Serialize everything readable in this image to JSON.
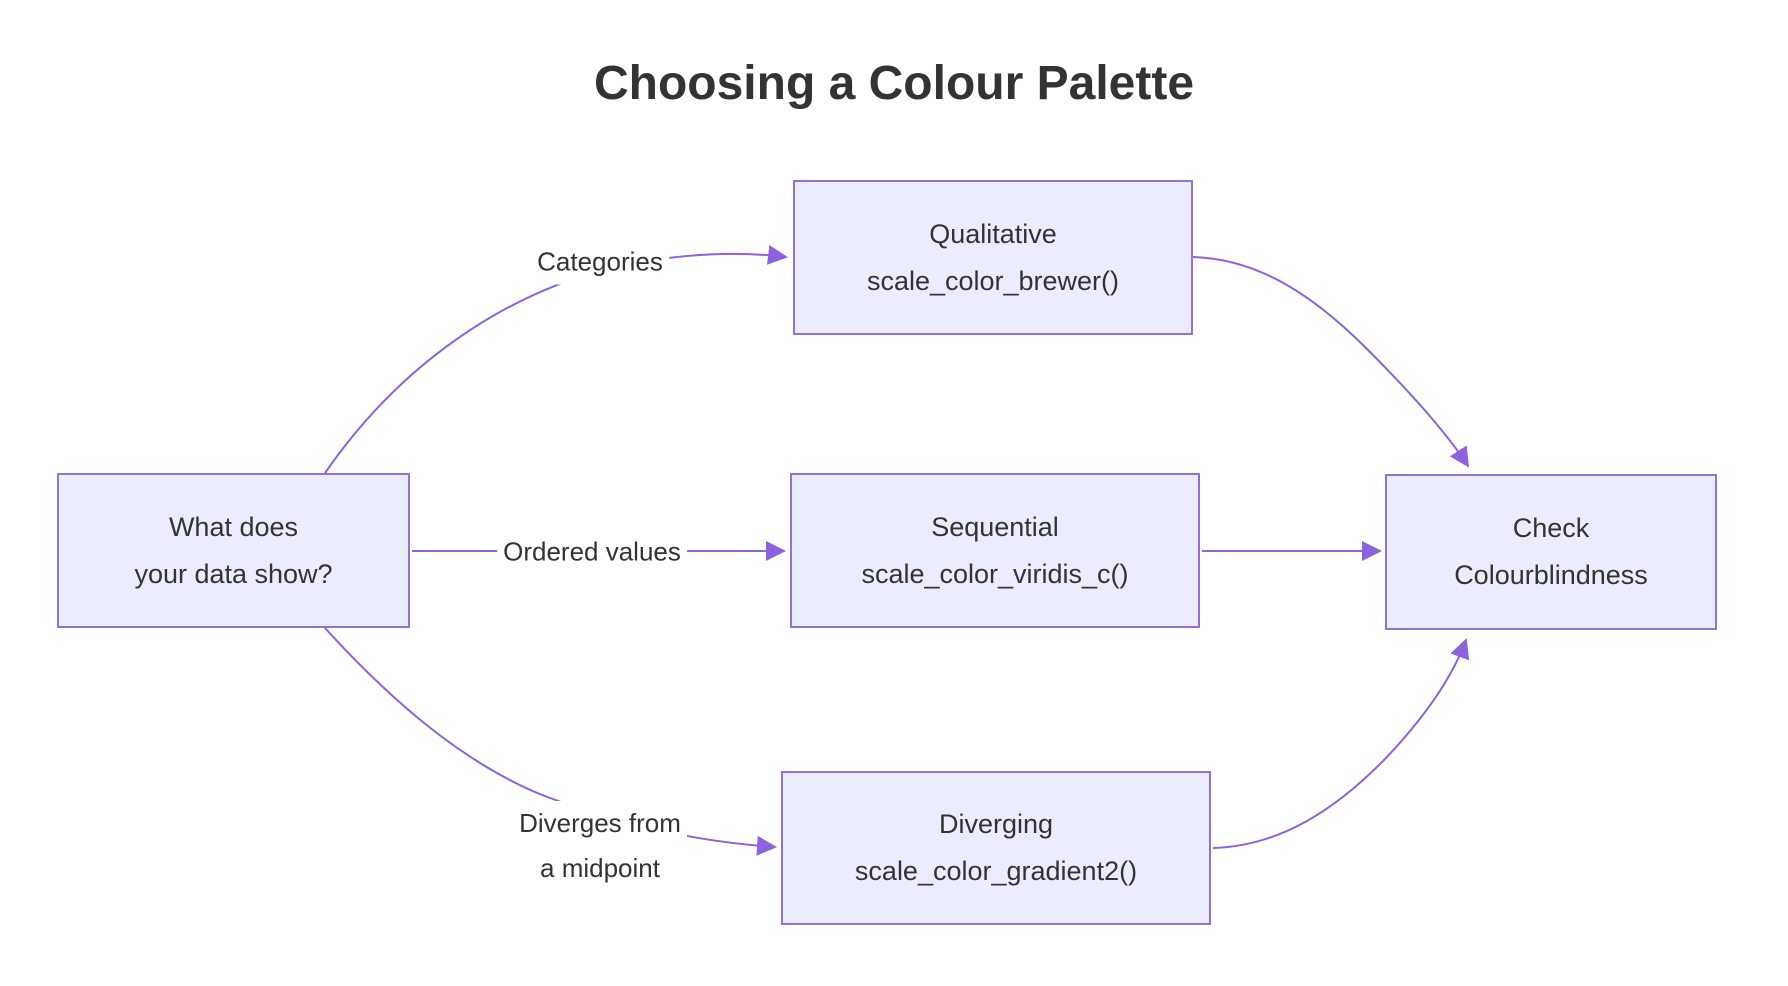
{
  "title": "Choosing a Colour Palette",
  "nodes": {
    "question": {
      "line1": "What does",
      "line2": "your data show?"
    },
    "qualitative": {
      "line1": "Qualitative",
      "line2": "scale_color_brewer()"
    },
    "sequential": {
      "line1": "Sequential",
      "line2": "scale_color_viridis_c()"
    },
    "diverging": {
      "line1": "Diverging",
      "line2": "scale_color_gradient2()"
    },
    "check": {
      "line1": "Check",
      "line2": "Colourblindness"
    }
  },
  "edges": {
    "categories": {
      "from": "question",
      "to": "qualitative",
      "label": "Categories"
    },
    "ordered": {
      "from": "question",
      "to": "sequential",
      "label": "Ordered values"
    },
    "diverges": {
      "from": "question",
      "to": "diverging",
      "label_line1": "Diverges from",
      "label_line2": "a midpoint"
    },
    "qualitative_to_check": {
      "from": "qualitative",
      "to": "check",
      "label": ""
    },
    "sequential_to_check": {
      "from": "sequential",
      "to": "check",
      "label": ""
    },
    "diverging_to_check": {
      "from": "diverging",
      "to": "check",
      "label": ""
    }
  },
  "colors": {
    "background": "#FFFFFF",
    "node_fill": "#ECECFF",
    "node_border": "#9370DB",
    "edge_line": "#8C62DD",
    "text": "#333333"
  }
}
